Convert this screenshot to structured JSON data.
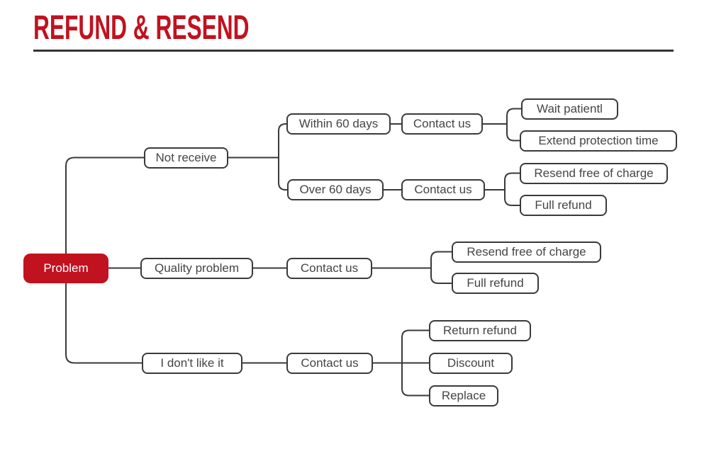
{
  "title": "REFUND & RESEND",
  "diagram": {
    "colors": {
      "accent_red": "#c1121f",
      "line": "#3a3a3a",
      "text": "#454545",
      "rule": "#333333"
    },
    "tree": {
      "label": "Problem",
      "children": [
        {
          "label": "Not receive",
          "children": [
            {
              "label": "Within 60 days",
              "children": [
                {
                  "label": "Contact us",
                  "children": [
                    {
                      "label": "Wait patientl"
                    },
                    {
                      "label": "Extend protection time"
                    }
                  ]
                }
              ]
            },
            {
              "label": "Over 60 days",
              "children": [
                {
                  "label": "Contact us",
                  "children": [
                    {
                      "label": "Resend free of charge"
                    },
                    {
                      "label": "Full refund"
                    }
                  ]
                }
              ]
            }
          ]
        },
        {
          "label": "Quality problem",
          "children": [
            {
              "label": "Contact us",
              "children": [
                {
                  "label": "Resend free of charge"
                },
                {
                  "label": "Full refund"
                }
              ]
            }
          ]
        },
        {
          "label": "I don't like it",
          "children": [
            {
              "label": "Contact us",
              "children": [
                {
                  "label": "Return refund"
                },
                {
                  "label": "Discount"
                },
                {
                  "label": "Replace"
                }
              ]
            }
          ]
        }
      ]
    }
  }
}
